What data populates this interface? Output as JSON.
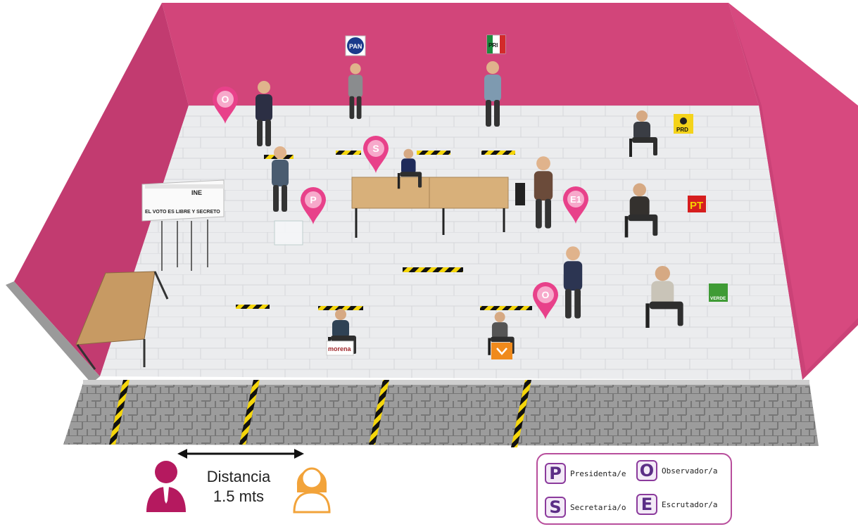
{
  "room": {
    "booth_text": "EL VOTO ES LIBRE Y SECRETO",
    "booth_logo": "INE"
  },
  "party_logos": {
    "pan": "PAN",
    "pri": "PRI",
    "prd": "PRD",
    "pt": "PT",
    "verde": "VERDE",
    "morena": "morena"
  },
  "markers": {
    "o1": "O",
    "s": "S",
    "p": "P",
    "e1": "E1",
    "o2": "O"
  },
  "distance": {
    "line1": "Distancia",
    "line2": "1.5 mts"
  },
  "legend": {
    "items": [
      {
        "letter": "P",
        "label": "Presidenta/e"
      },
      {
        "letter": "O",
        "label": "Observador/a"
      },
      {
        "letter": "S",
        "label": "Secretaria/o"
      },
      {
        "letter": "E",
        "label": "Escrutador/a"
      }
    ]
  },
  "colors": {
    "wall": "#d2457a",
    "wall_dark": "#a8305d",
    "floor": "#e9eaec",
    "marker": "#e8418a",
    "accent_purple": "#8b3a9c"
  }
}
